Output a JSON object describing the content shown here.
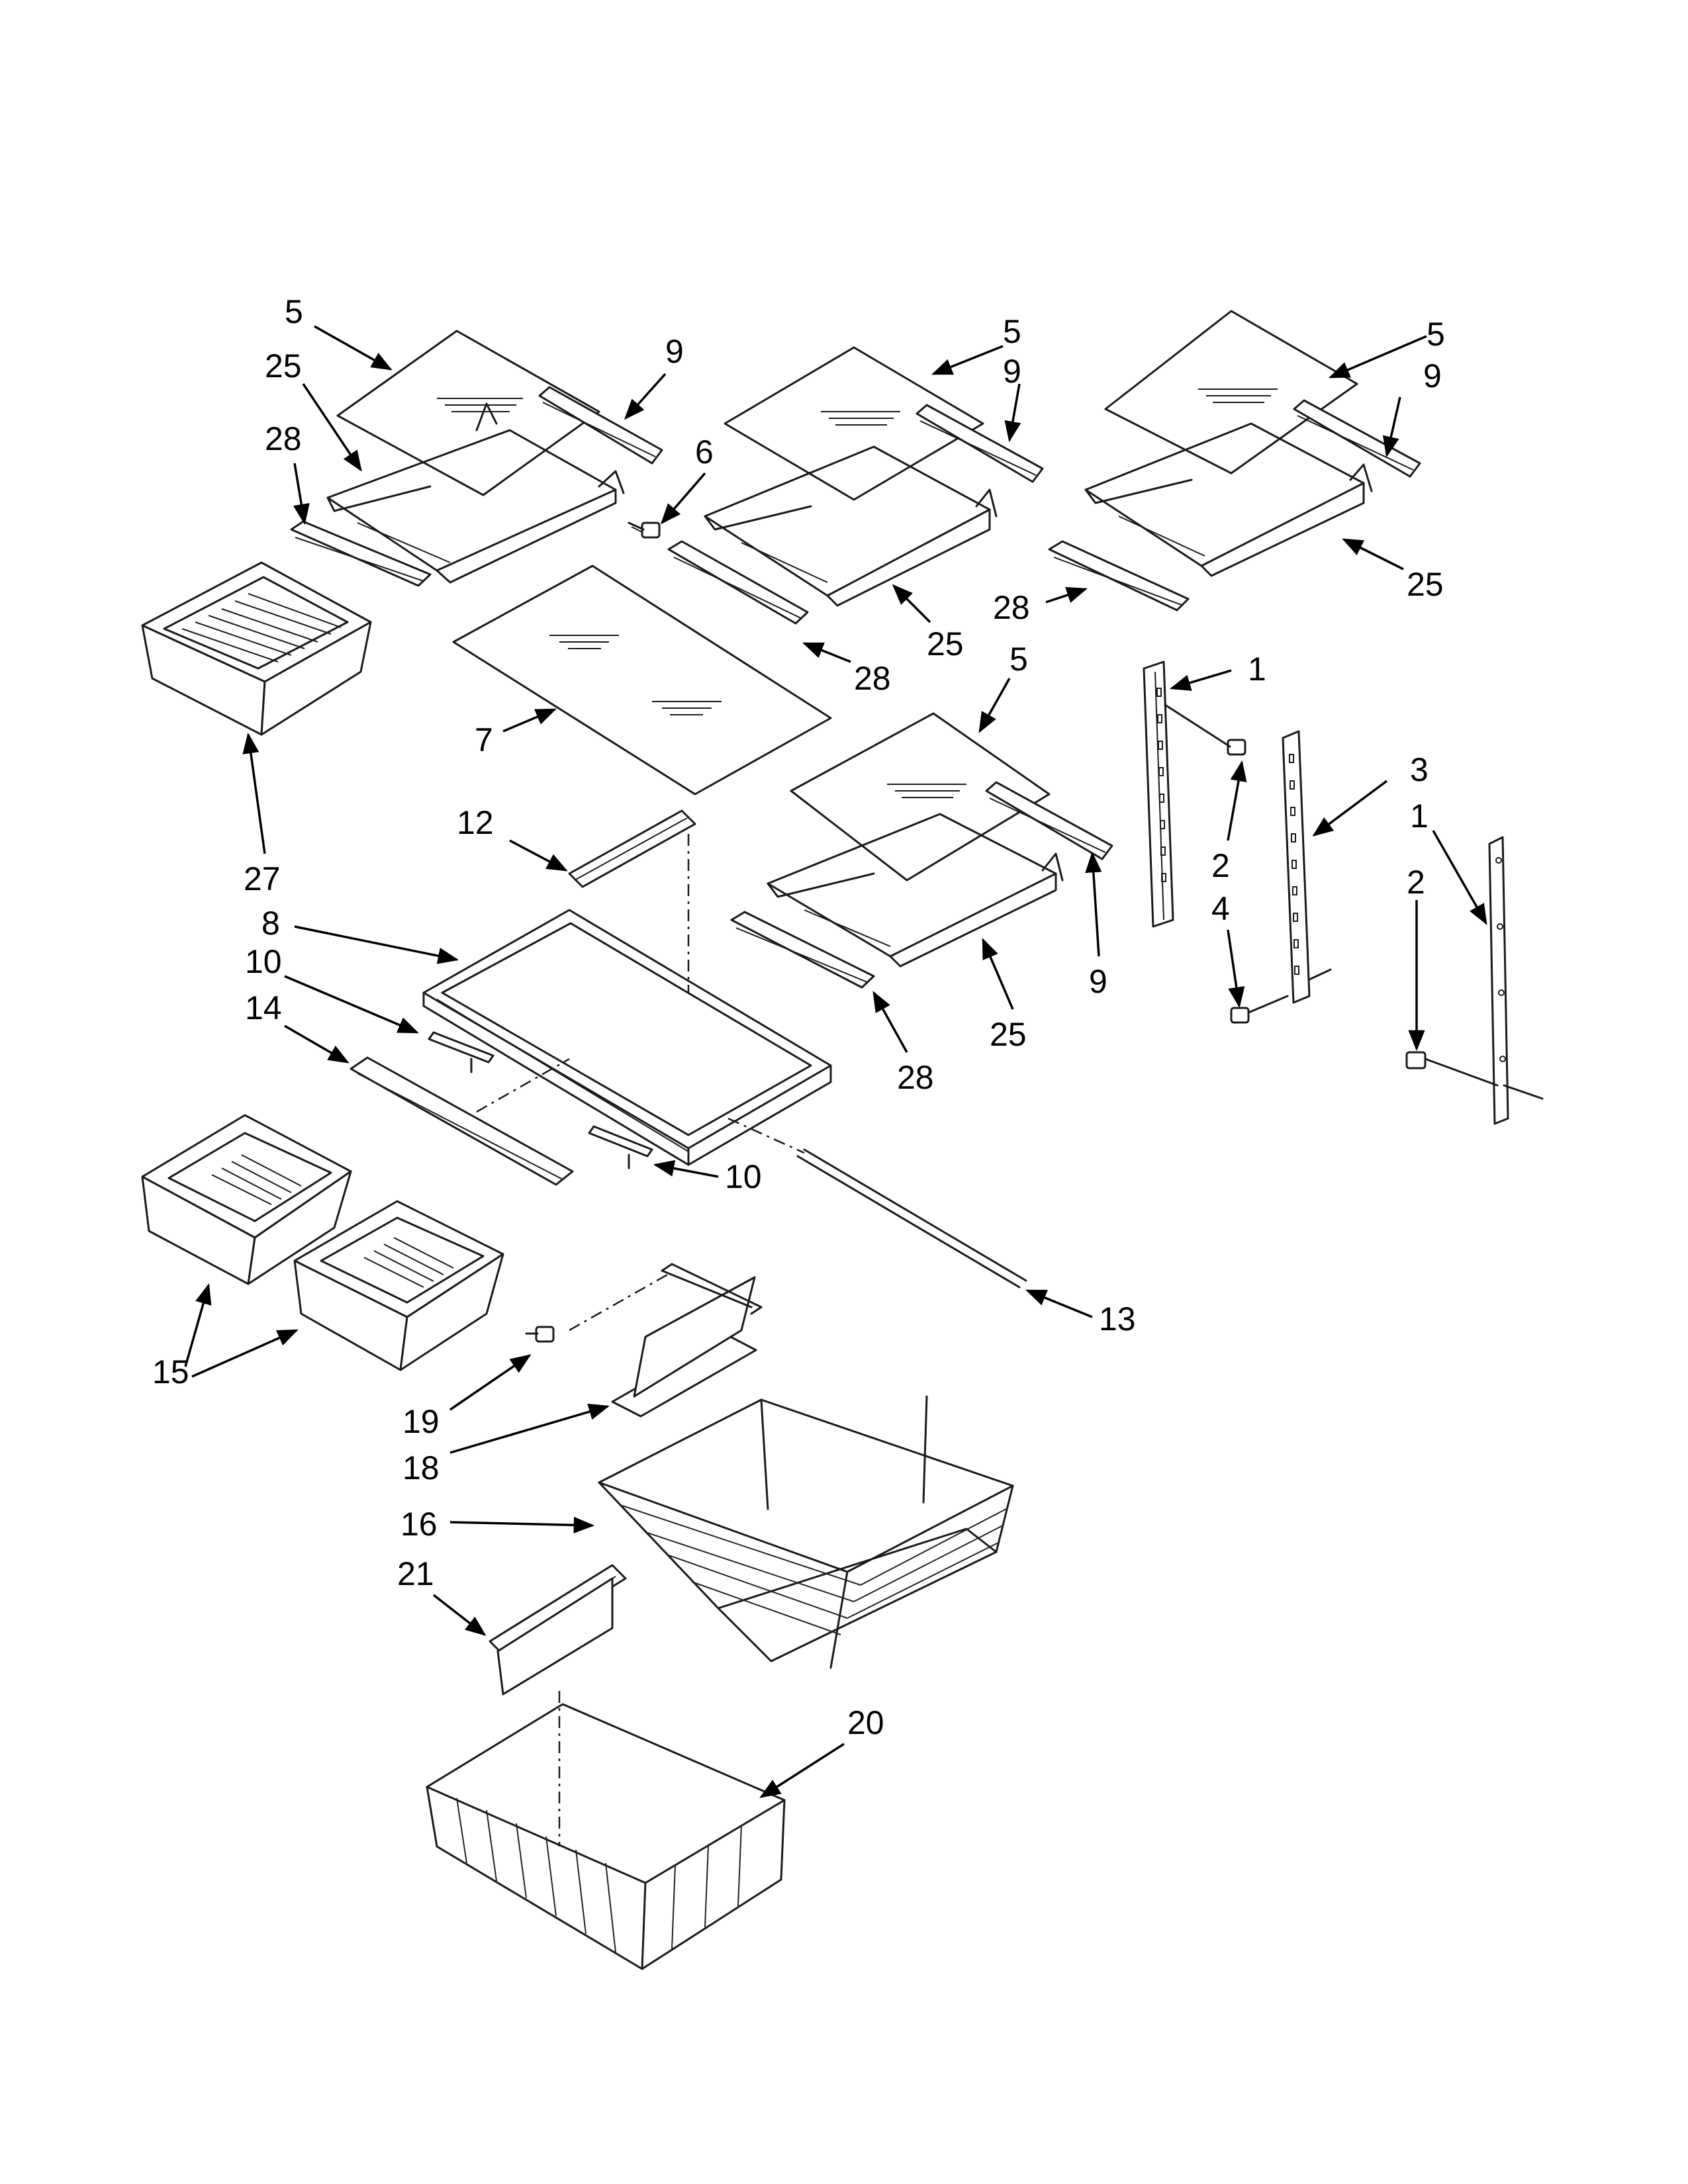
{
  "diagram": {
    "callouts": [
      {
        "id": "c5a",
        "text": "5"
      },
      {
        "id": "c25a",
        "text": "25"
      },
      {
        "id": "c28a",
        "text": "28"
      },
      {
        "id": "c9a",
        "text": "9"
      },
      {
        "id": "c6",
        "text": "6"
      },
      {
        "id": "c5b",
        "text": "5"
      },
      {
        "id": "c9b",
        "text": "9"
      },
      {
        "id": "c25b",
        "text": "25"
      },
      {
        "id": "c28b",
        "text": "28"
      },
      {
        "id": "c5c",
        "text": "5"
      },
      {
        "id": "c9c",
        "text": "9"
      },
      {
        "id": "c25c",
        "text": "25"
      },
      {
        "id": "c28c",
        "text": "28"
      },
      {
        "id": "c7",
        "text": "7"
      },
      {
        "id": "c27",
        "text": "27"
      },
      {
        "id": "c5d",
        "text": "5"
      },
      {
        "id": "c9d",
        "text": "9"
      },
      {
        "id": "c25d",
        "text": "25"
      },
      {
        "id": "c28d",
        "text": "28"
      },
      {
        "id": "c1a",
        "text": "1"
      },
      {
        "id": "c2a",
        "text": "2"
      },
      {
        "id": "c3",
        "text": "3"
      },
      {
        "id": "c4",
        "text": "4"
      },
      {
        "id": "c1b",
        "text": "1"
      },
      {
        "id": "c2b",
        "text": "2"
      },
      {
        "id": "c12",
        "text": "12"
      },
      {
        "id": "c8",
        "text": "8"
      },
      {
        "id": "c10a",
        "text": "10"
      },
      {
        "id": "c14",
        "text": "14"
      },
      {
        "id": "c10b",
        "text": "10"
      },
      {
        "id": "c13",
        "text": "13"
      },
      {
        "id": "c15",
        "text": "15"
      },
      {
        "id": "c19",
        "text": "19"
      },
      {
        "id": "c18",
        "text": "18"
      },
      {
        "id": "c16",
        "text": "16"
      },
      {
        "id": "c21",
        "text": "21"
      },
      {
        "id": "c20",
        "text": "20"
      }
    ]
  }
}
